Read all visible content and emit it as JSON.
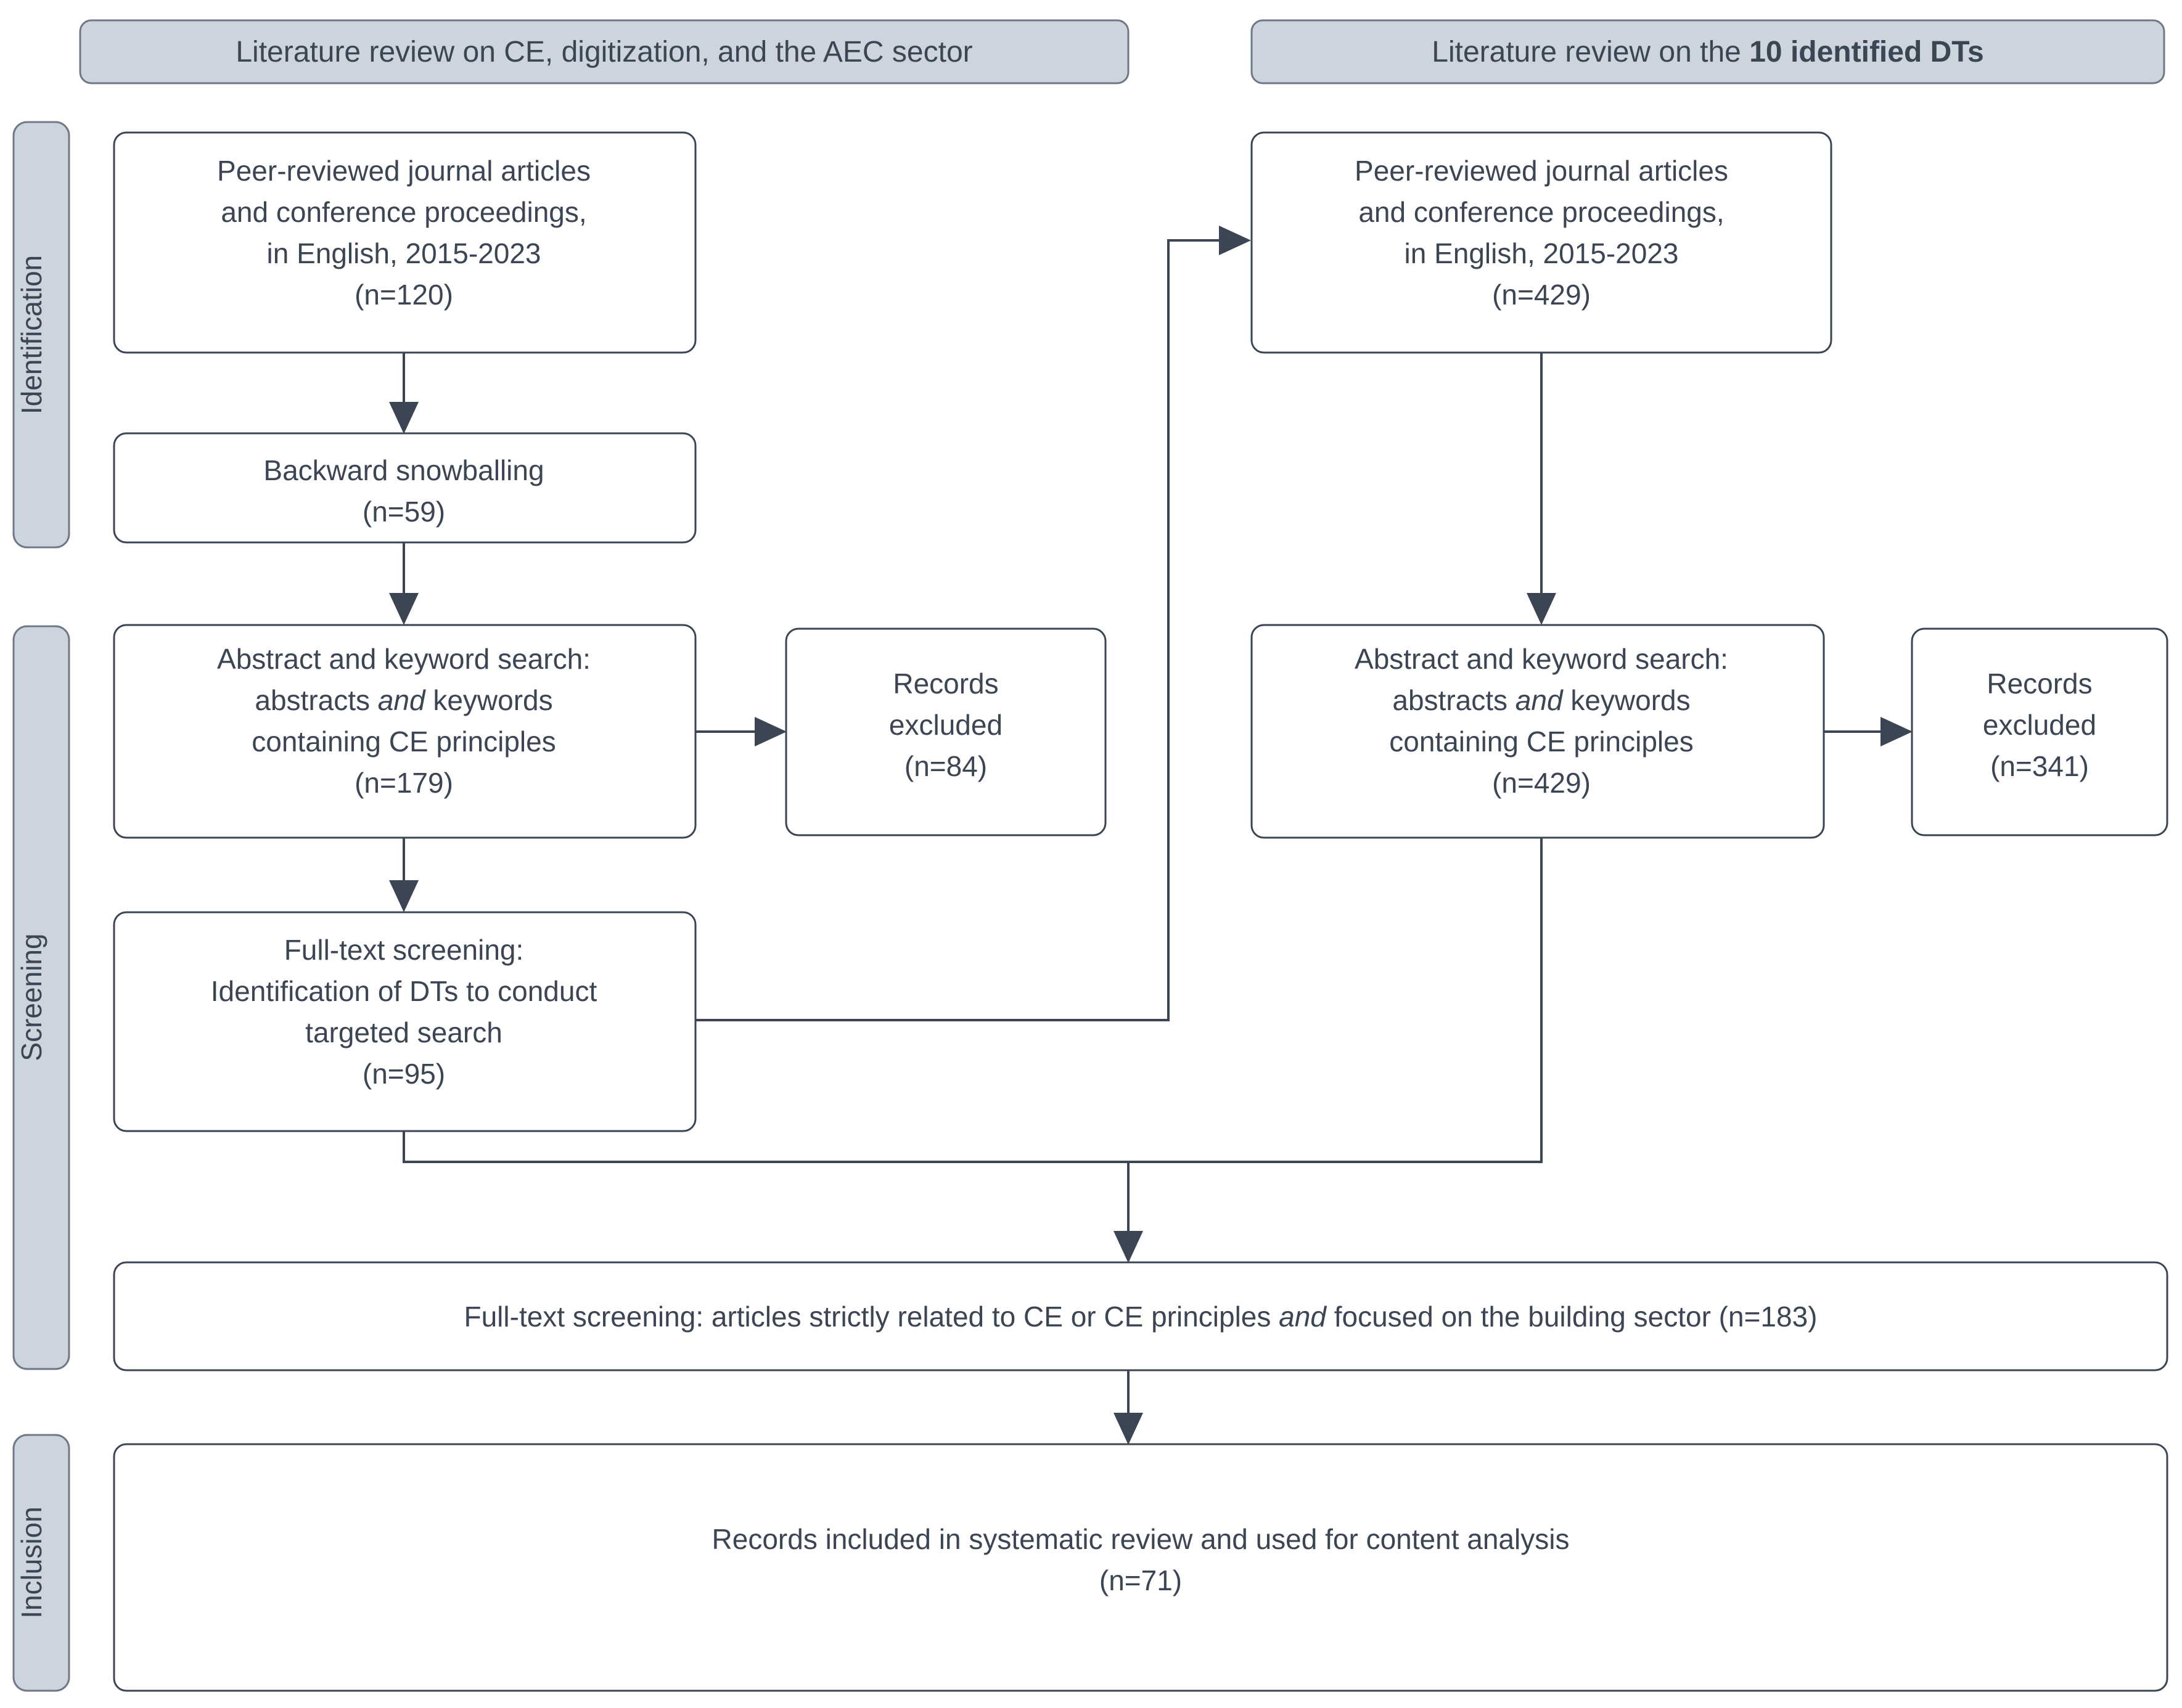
{
  "diagram": {
    "title": "PRISMA literature review flow diagram",
    "colors": {
      "stage_fill": "#ccd4dd",
      "stage_stroke": "#6e7886",
      "box_fill": "#ffffff",
      "box_stroke": "#3b4553",
      "text": "#3b4553",
      "background": "#ffffff"
    }
  },
  "headers": {
    "left": {
      "text_plain": "Literature review on CE, digitization, and the AEC sector",
      "parts": [
        {
          "text": "Literature review on CE, digitization, and the AEC sector",
          "bold": false
        }
      ]
    },
    "right": {
      "text_plain": "Literature review on the 10 identified DTs",
      "parts": [
        {
          "text": "Literature review on the ",
          "bold": false
        },
        {
          "text": "10 identified DTs",
          "bold": true
        }
      ]
    }
  },
  "stages": [
    {
      "id": "identification",
      "label": "Identification"
    },
    {
      "id": "screening",
      "label": "Screening"
    },
    {
      "id": "inclusion",
      "label": "Inclusion"
    }
  ],
  "nodes": {
    "left_identification": {
      "id": "left-peer-reviewed",
      "lines": [
        "Peer-reviewed journal articles",
        "and conference proceedings,",
        "in English, 2015-2023",
        "(n=120)"
      ],
      "count_label": "(n=120)",
      "count": 120
    },
    "left_snowballing": {
      "id": "backward-snowballing",
      "lines": [
        "Backward snowballing",
        "(n=59)"
      ],
      "count_label": "(n=59)",
      "count": 59
    },
    "left_abstract_search": {
      "id": "left-abstract-keyword-search",
      "lines": [
        {
          "segments": [
            {
              "text": "Abstract and keyword search:",
              "italic": false
            }
          ]
        },
        {
          "segments": [
            {
              "text": "abstracts ",
              "italic": false
            },
            {
              "text": "and",
              "italic": true
            },
            {
              "text": " keywords",
              "italic": false
            }
          ]
        },
        {
          "segments": [
            {
              "text": "containing CE principles",
              "italic": false
            }
          ]
        },
        {
          "segments": [
            {
              "text": "(n=179)",
              "italic": false
            }
          ]
        }
      ],
      "count_label": "(n=179)",
      "count": 179
    },
    "left_excluded": {
      "id": "left-records-excluded",
      "lines": [
        "Records",
        "excluded",
        "(n=84)"
      ],
      "count_label": "(n=84)",
      "count": 84
    },
    "left_fulltext": {
      "id": "left-full-text-screening",
      "lines": [
        "Full-text screening:",
        "Identification of DTs to conduct",
        "targeted search",
        "(n=95)"
      ],
      "count_label": "(n=95)",
      "count": 95
    },
    "right_identification": {
      "id": "right-peer-reviewed",
      "lines": [
        "Peer-reviewed journal articles",
        "and conference proceedings,",
        "in English, 2015-2023",
        "(n=429)"
      ],
      "count_label": "(n=429)",
      "count": 429
    },
    "right_abstract_search": {
      "id": "right-abstract-keyword-search",
      "lines": [
        {
          "segments": [
            {
              "text": "Abstract and keyword search:",
              "italic": false
            }
          ]
        },
        {
          "segments": [
            {
              "text": "abstracts ",
              "italic": false
            },
            {
              "text": "and",
              "italic": true
            },
            {
              "text": " keywords",
              "italic": false
            }
          ]
        },
        {
          "segments": [
            {
              "text": "containing CE principles",
              "italic": false
            }
          ]
        },
        {
          "segments": [
            {
              "text": "(n=429)",
              "italic": false
            }
          ]
        }
      ],
      "count_label": "(n=429)",
      "count": 429
    },
    "right_excluded": {
      "id": "right-records-excluded",
      "lines": [
        "Records",
        "excluded",
        "(n=341)"
      ],
      "count_label": "(n=341)",
      "count": 341
    },
    "merged_fulltext": {
      "id": "merged-full-text-screening",
      "line_segments": [
        {
          "text": "Full-text screening: articles strictly related to CE or CE principles ",
          "italic": false
        },
        {
          "text": "and",
          "italic": true
        },
        {
          "text": " focused on the building sector (n=183)",
          "italic": false
        }
      ],
      "text_plain": "Full-text screening: articles strictly related to CE or CE principles and focused on the building sector (n=183)",
      "count_label": "(n=183)",
      "count": 183
    },
    "included": {
      "id": "records-included",
      "lines": [
        "Records included in systematic review and used for content analysis",
        "(n=71)"
      ],
      "count_label": "(n=71)",
      "count": 71
    }
  }
}
